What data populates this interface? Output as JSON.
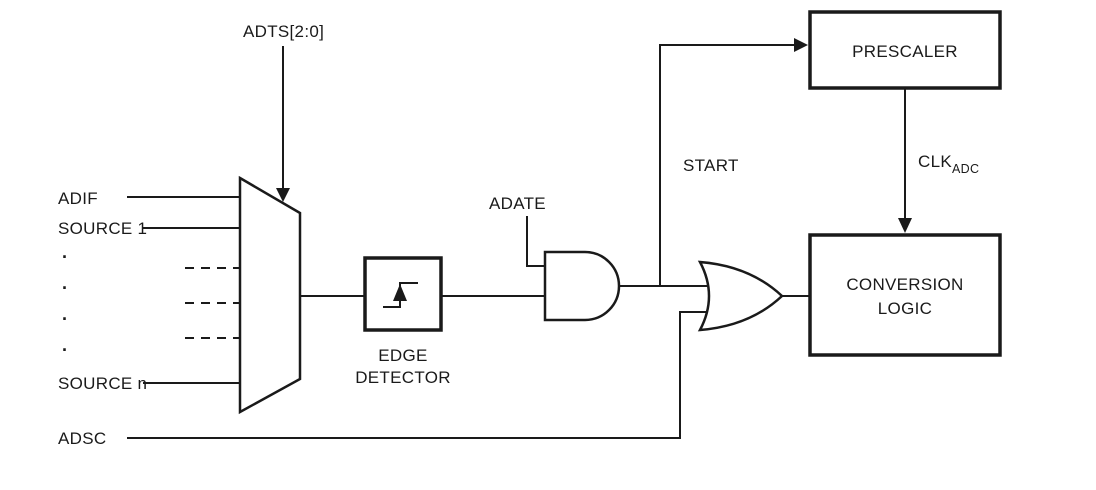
{
  "diagram": {
    "labels": {
      "adts": "ADTS[2:0]",
      "adif": "ADIF",
      "source1": "SOURCE 1",
      "sourceN": "SOURCE n",
      "adsc": "ADSC",
      "adate": "ADATE",
      "start": "START",
      "clk_main": "CLK",
      "clk_sub": "ADC",
      "dot": "."
    },
    "blocks": {
      "prescaler": "PRESCALER",
      "edge_detector": [
        "EDGE",
        "DETECTOR"
      ],
      "conversion_logic": [
        "CONVERSION",
        "LOGIC"
      ]
    },
    "colors": {
      "line": "#1a1a1a",
      "background": "#ffffff"
    }
  }
}
